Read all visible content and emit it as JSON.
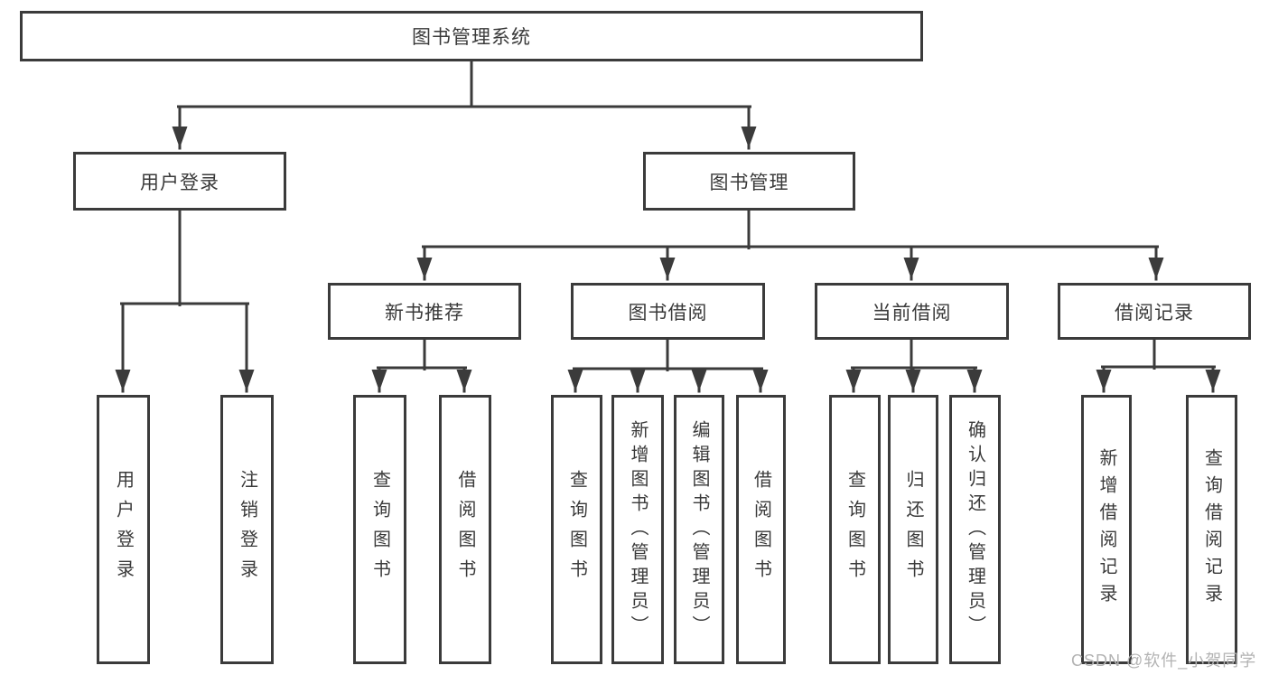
{
  "diagram": {
    "type": "hierarchy-tree",
    "root": {
      "label": "图书管理系统",
      "children": [
        {
          "label": "用户登录",
          "children": [
            {
              "label": "用户登录"
            },
            {
              "label": "注销登录"
            }
          ]
        },
        {
          "label": "图书管理",
          "children": [
            {
              "label": "新书推荐",
              "children": [
                {
                  "label": "查询图书"
                },
                {
                  "label": "借阅图书"
                }
              ]
            },
            {
              "label": "图书借阅",
              "children": [
                {
                  "label": "查询图书"
                },
                {
                  "label": "新增图书（管理员）"
                },
                {
                  "label": "编辑图书（管理员）"
                },
                {
                  "label": "借阅图书"
                }
              ]
            },
            {
              "label": "当前借阅",
              "children": [
                {
                  "label": "查询图书"
                },
                {
                  "label": "归还图书"
                },
                {
                  "label": "确认归还（管理员）"
                }
              ]
            },
            {
              "label": "借阅记录",
              "children": [
                {
                  "label": "新增借阅记录"
                },
                {
                  "label": "查询借阅记录"
                }
              ]
            }
          ]
        }
      ]
    },
    "colors": {
      "line": "#3b3b3b",
      "box_border": "#3b3b3b",
      "text": "#3a3a3a",
      "background": "#ffffff",
      "watermark": "#b3b3b3"
    }
  },
  "watermark": {
    "text": "CSDN @软件_小贺同学"
  }
}
